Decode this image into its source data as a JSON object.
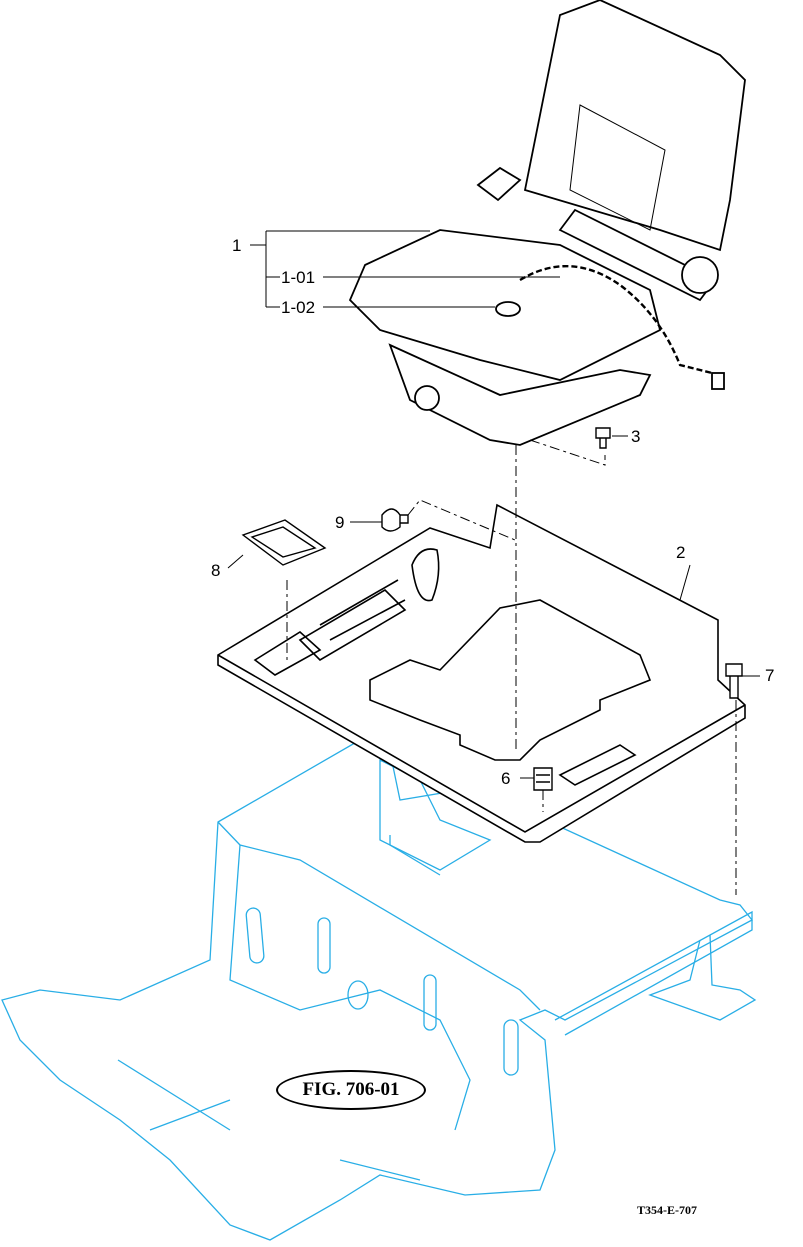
{
  "callouts": {
    "seat": "1",
    "seat_sub_1": "1-01",
    "seat_sub_2": "1-02",
    "plate": "2",
    "bolt_3": "3",
    "cushion": "6",
    "bolt_7": "7",
    "cover": "8",
    "knob": "9"
  },
  "figure_ref": "FIG. 706-01",
  "drawing_code": "T354-E-707",
  "colors": {
    "line": "#000000",
    "frame": "#29aee6"
  }
}
